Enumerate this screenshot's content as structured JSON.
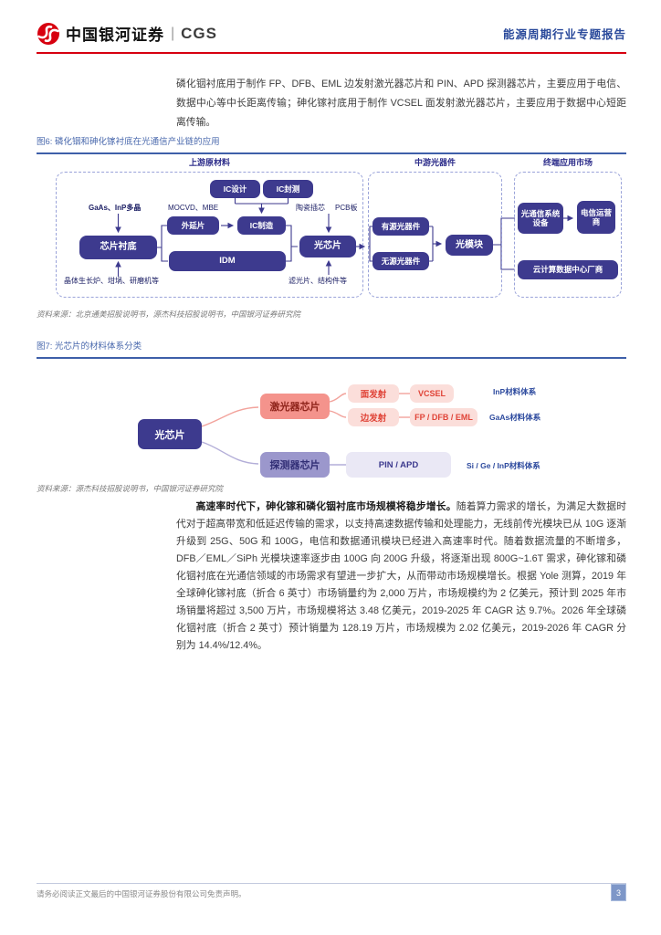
{
  "header": {
    "brand_cn": "中国银河证券",
    "divider": "|",
    "brand_en": "CGS",
    "report_title": "能源周期行业专题报告"
  },
  "icons": {
    "logo": "galaxy-swirl-icon"
  },
  "colors": {
    "brand_red": "#d7000f",
    "caption_blue": "#4a69ad",
    "diagram_purple": "#3d3a8e",
    "laser_salmon": "#f4938c",
    "detector_lavender": "#9b97cc"
  },
  "intro_paragraph": "磷化铟衬底用于制作 FP、DFB、EML 边发射激光器芯片和 PIN、APD 探测器芯片，主要应用于电信、数据中心等中长距离传输；砷化镓衬底用于制作 VCSEL 面发射激光器芯片，主要应用于数据中心短距离传输。",
  "figure6": {
    "caption": "图6: 磷化铟和砷化镓衬底在光通信产业链的应用",
    "source": "资料来源：北京通美招股说明书，源杰科技招股说明书，中国银河证券研究院",
    "sections": {
      "upstream": "上游原材料",
      "midstream": "中游光器件",
      "downstream": "终端应用市场"
    },
    "boxes": {
      "ic_design": "IC设计",
      "ic_package_test": "IC封测",
      "epitaxial_wafer": "外延片",
      "ic_manufacturing": "IC制造",
      "idm": "IDM",
      "chip_substrate": "芯片衬底",
      "optical_chip": "光芯片",
      "active_optical_device": "有源光器件",
      "passive_optical_device": "无源光器件",
      "optical_module": "光模块",
      "optical_comm_system": "光通信系统设备",
      "telecom_operator": "电信运营商",
      "cloud_datacenter": "云计算数据中心厂商"
    },
    "labels": {
      "gaas_inp": "GaAs、InP多晶",
      "mocvd_mbe": "MOCVD、MBE",
      "ceramic_ferrule": "陶瓷插芯",
      "pcb": "PCB板",
      "crystal_equipment": "晶体生长炉、坩埚、研磨机等",
      "filter_parts": "滤光片、结构件等"
    }
  },
  "figure7": {
    "caption": "图7: 光芯片的材料体系分类",
    "source": "资料来源：源杰科技招股说明书，中国银河证券研究院",
    "nodes": {
      "optical_chip": "光芯片",
      "laser_chip": "激光器芯片",
      "detector_chip": "探测器芯片",
      "surface_emitting": "面发射",
      "edge_emitting": "边发射",
      "vcsel": "VCSEL",
      "fp_dfb_eml": "FP / DFB / EML",
      "pin_apd": "PIN / APD",
      "inp_system": "InP材料体系",
      "gaas_system": "GaAs材料体系",
      "si_ge_inp_system": "Si / Ge / InP材料体系"
    }
  },
  "paragraph2": {
    "lead_bold": "高速率时代下，砷化镓和磷化铟衬底市场规模将稳步增长。",
    "body": "随着算力需求的增长，为满足大数据时代对于超高带宽和低延迟传输的需求，以支持高速数据传输和处理能力，无线前传光模块已从 10G 逐渐升级到 25G、50G 和 100G，电信和数据通讯模块已经进入高速率时代。随着数据流量的不断增多，DFB／EML／SiPh 光模块速率逐步由 100G 向 200G 升级，将逐渐出现 800G~1.6T 需求，砷化镓和磷化铟衬底在光通信领域的市场需求有望进一步扩大，从而带动市场规模增长。根据 Yole 测算，2019 年全球砷化镓衬底（折合 6 英寸）市场销量约为 2,000 万片，市场规模约为 2 亿美元，预计到 2025 年市场销量将超过 3,500 万片，市场规模将达 3.48 亿美元，2019-2025 年 CAGR 达 9.7%。2026 年全球磷化铟衬底（折合 2 英寸）预计销量为 128.19 万片，市场规模为 2.02 亿美元，2019-2026 年 CAGR 分别为 14.4%/12.4%。"
  },
  "footer": {
    "disclaimer": "请务必阅读正文最后的中国银河证券股份有限公司免责声明。",
    "page_number": "3"
  }
}
